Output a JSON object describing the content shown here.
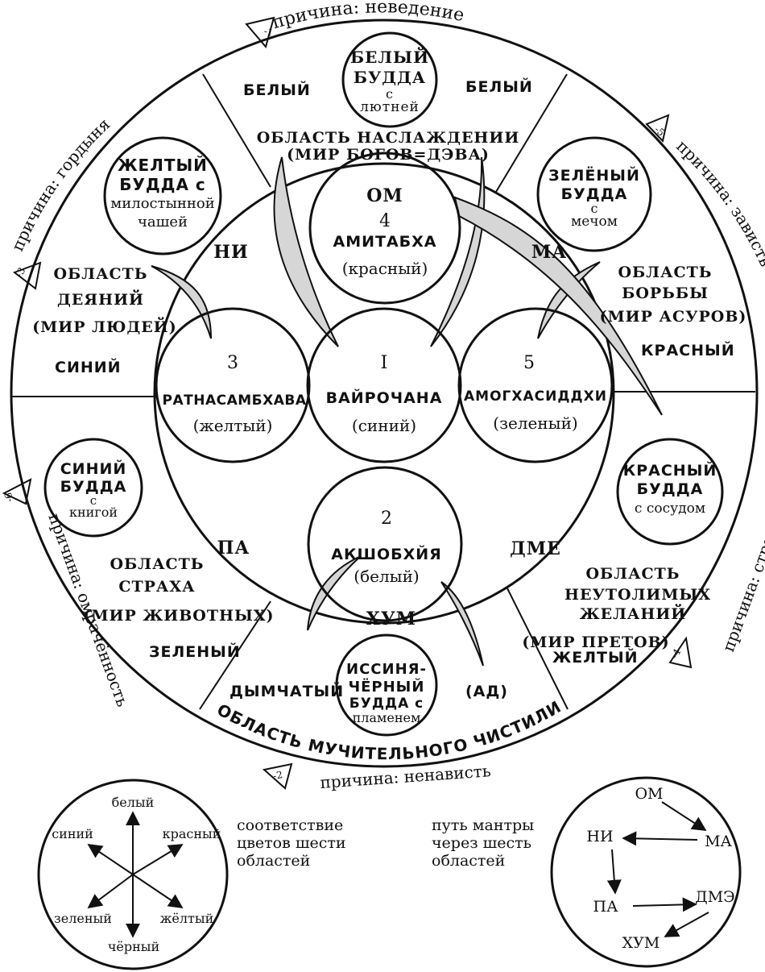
{
  "causes": {
    "c1": {
      "num": "-1",
      "text": "причина: неведение"
    },
    "c2": {
      "num": "-2",
      "text": "причина: ненависть"
    },
    "c3": {
      "num": "-3",
      "text": "причина: гордыня"
    },
    "c4": {
      "num": "-4",
      "text": "причина: страсть"
    },
    "c5": {
      "num": "-5",
      "text": "причина: зависть"
    },
    "c6": {
      "num": "-6",
      "text": "причина: омрачённость"
    }
  },
  "outer_buddhas": {
    "white": [
      "БЕЛЫЙ",
      "БУДДА",
      "с",
      "лютней"
    ],
    "yellow": [
      "ЖЕЛТЫЙ",
      "БУДДА с",
      "милостынной",
      "чашей"
    ],
    "green": [
      "ЗЕЛЁНЫЙ",
      "БУДДА",
      "с",
      "мечом"
    ],
    "blue": [
      "СИНИЙ",
      "БУДДА",
      "с",
      "книгой"
    ],
    "red": [
      "КРАСНЫЙ",
      "БУДДА",
      "с сосудом"
    ],
    "black": [
      "ИССИНЯ-",
      "ЧЁРНЫЙ",
      "БУДДА с",
      "пламенем"
    ]
  },
  "realms": {
    "gods": [
      "ОБЛАСТЬ НАСЛАЖДЕНИИ",
      "(МИР БОГОВ=ДЭВА)"
    ],
    "humans": [
      "ОБЛАСТЬ",
      "ДЕЯНИЙ",
      "(МИР ЛЮДЕЙ)"
    ],
    "asuras": [
      "ОБЛАСТЬ",
      "БОРЬБЫ",
      "(МИР АСУРОВ)"
    ],
    "animals": [
      "ОБЛАСТЬ",
      "СТРАХА",
      "(МИР ЖИВОТНЫХ)"
    ],
    "pretas": [
      "ОБЛАСТЬ",
      "НЕУТОЛИМЫХ",
      "ЖЕЛАНИЙ",
      "(МИР ПРЕТОВ)"
    ],
    "hell": "ОБЛАСТЬ МУЧИТЕЛЬНОГО ЧИСТИЛИЩА",
    "hell_short": "(АД)"
  },
  "colors": {
    "white_l": "БЕЛЫЙ",
    "white_r": "БЕЛЫЙ",
    "blue": "СИНИЙ",
    "red": "КРАСНЫЙ",
    "green": "ЗЕЛЕНЫЙ",
    "yellow": "ЖЕЛТЫЙ",
    "smoky": "ДЫМЧАТЫЙ"
  },
  "syllables": {
    "om": "ОМ",
    "ni": "НИ",
    "ma": "МА",
    "pa": "ПА",
    "dme": "ДМЕ",
    "hum": "ХУМ"
  },
  "dhyani": {
    "d1": {
      "num": "I",
      "name": "ВАЙРОЧАНА",
      "color": "(синий)"
    },
    "d2": {
      "num": "2",
      "name": "АКШОБХЙЯ",
      "color": "(белый)"
    },
    "d3": {
      "num": "3",
      "name": "РАТНАСАМБХАВА",
      "color": "(желтый)"
    },
    "d4": {
      "num": "4",
      "name": "АМИТАБХА",
      "color": "(красный)"
    },
    "d5": {
      "num": "5",
      "name": "АМОГХАСИДДХИ",
      "color": "(зеленый)"
    }
  },
  "legend_colors": {
    "white": "белый",
    "blue": "синий",
    "red": "красный",
    "green": "зеленый",
    "yellow": "жёлтый",
    "black": "чёрный",
    "caption": [
      "соответствие",
      "цветов шести",
      "областей"
    ]
  },
  "legend_mantra": {
    "caption": [
      "путь мантры",
      "через шесть",
      "областей"
    ],
    "om": "ОМ",
    "ma": "МА",
    "ni": "НИ",
    "pa": "ПА",
    "dme": "ДМЭ",
    "hum": "ХУМ"
  }
}
